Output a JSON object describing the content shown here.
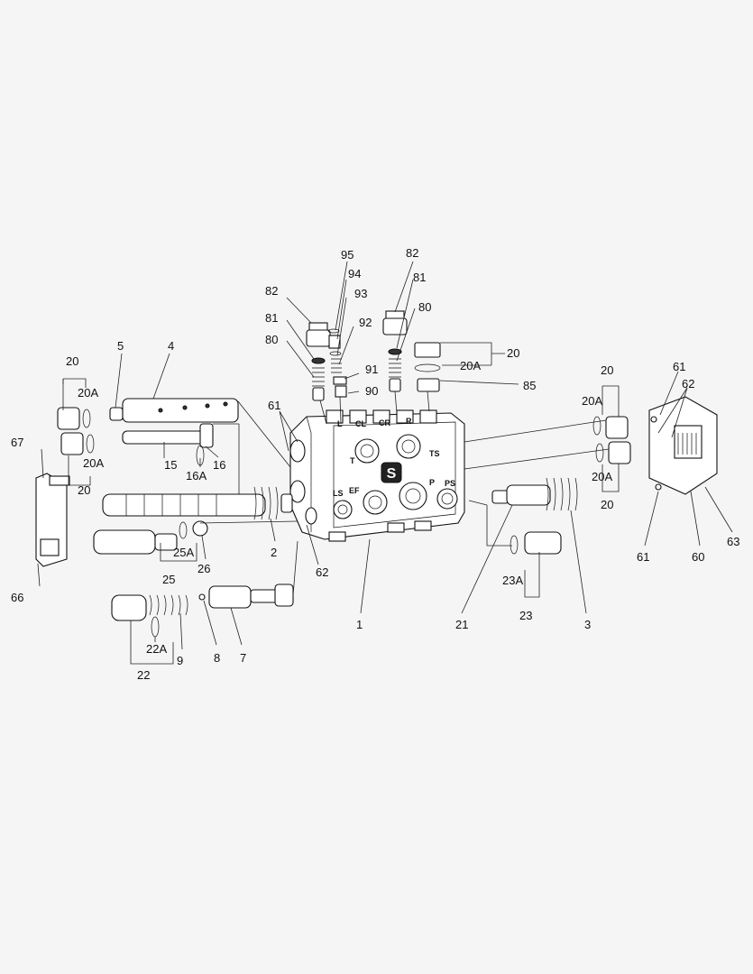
{
  "diagram": {
    "port_labels": {
      "L": "L",
      "CL": "CL",
      "CR": "CR",
      "R": "R",
      "T": "T",
      "TS": "TS",
      "LS": "LS",
      "EF": "EF",
      "P": "P",
      "PS": "PS"
    },
    "brand_letter": "S",
    "callouts": {
      "c95": "95",
      "c94": "94",
      "c93": "93",
      "c92": "92",
      "c91": "91",
      "c90": "90",
      "c82a": "82",
      "c81a": "81",
      "c80a": "80",
      "c82b": "82",
      "c81b": "81",
      "c80b": "80",
      "c20top": "20",
      "c20Atop": "20A",
      "c85": "85",
      "c5": "5",
      "c4": "4",
      "c20L": "20",
      "c20AL1": "20A",
      "c20AL2": "20A",
      "c20L2": "20",
      "c67": "67",
      "c15": "15",
      "c16A": "16A",
      "c16": "16",
      "c61L": "61",
      "c2": "2",
      "c25A": "25A",
      "c25": "25",
      "c26": "26",
      "c62L": "62",
      "c66": "66",
      "c22A": "22A",
      "c22": "22",
      "c9": "9",
      "c8": "8",
      "c7": "7",
      "c1": "1",
      "c21": "21",
      "c3": "3",
      "c23A": "23A",
      "c23": "23",
      "c20R": "20",
      "c20AR1": "20A",
      "c20AR2": "20A",
      "c20R2": "20",
      "c61R1": "61",
      "c62R": "62",
      "c61R2": "61",
      "c60": "60",
      "c63": "63"
    }
  }
}
